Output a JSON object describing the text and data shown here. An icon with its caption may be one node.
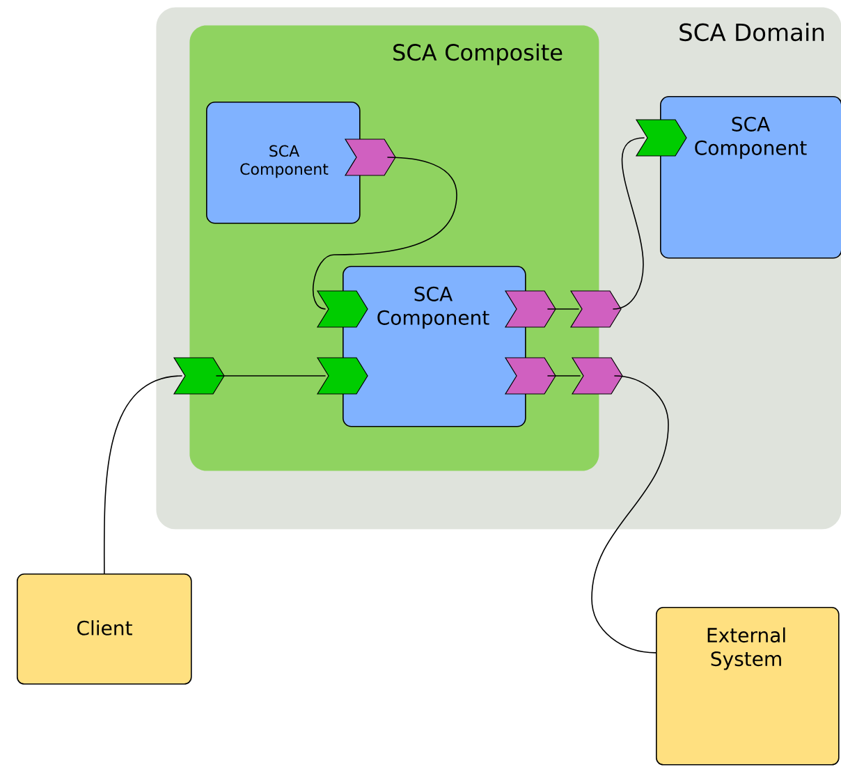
{
  "diagram": {
    "nodes": [
      {
        "text": [
          "SCA Domain"
        ]
      },
      {
        "text": [
          "SCA Composite"
        ],
        "in": 0
      },
      {
        "text": [
          "SCA Component"
        ],
        "in": 1
      },
      {
        "text": [
          "SCA Component"
        ],
        "in": 1
      },
      {
        "text": [
          "SCA Component"
        ],
        "in": 0
      },
      {
        "text": [
          "Client"
        ]
      },
      {
        "text": [
          "External System"
        ]
      },
      {
        "text": [],
        "shape": "chevron",
        "in": 1
      },
      {
        "text": [],
        "shape": "chevron",
        "in": 0
      },
      {
        "text": [],
        "shape": "chevron",
        "in": 1
      },
      {
        "text": [],
        "shape": "chevron",
        "in": 1
      },
      {
        "text": [],
        "shape": "chevron",
        "in": 0
      },
      {
        "text": [],
        "shape": "chevron",
        "in": 0
      },
      {
        "text": [],
        "shape": "chevron",
        "in": 1
      },
      {
        "text": [],
        "shape": "chevron",
        "in": 1
      },
      {
        "text": [],
        "shape": "chevron",
        "in": 0
      }
    ],
    "edges": [
      {
        "from": 7,
        "to": 9,
        "arrow": "none"
      },
      {
        "from": 10,
        "to": 11,
        "arrow": "none"
      },
      {
        "from": 11,
        "to": 8,
        "arrow": "none"
      },
      {
        "from": 5,
        "to": 12,
        "arrow": "none"
      },
      {
        "from": 12,
        "to": 13,
        "arrow": "none"
      },
      {
        "from": 14,
        "to": 15,
        "arrow": "none"
      },
      {
        "from": 15,
        "to": 6,
        "arrow": "none"
      }
    ]
  }
}
